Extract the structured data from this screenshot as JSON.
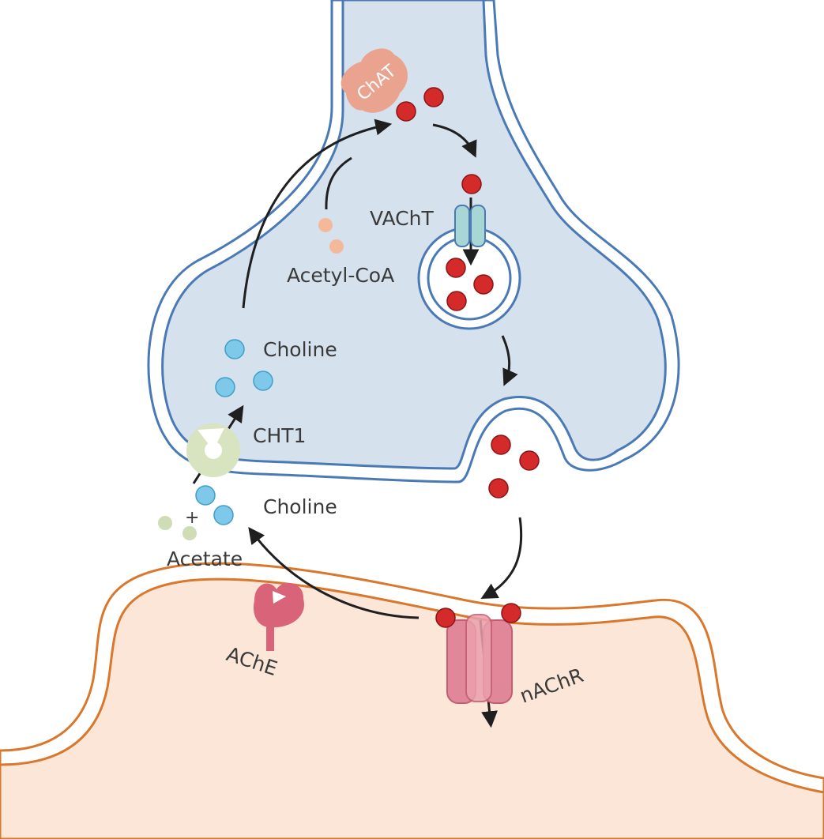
{
  "labels": {
    "chat": "ChAT",
    "vacht": "VAChT",
    "acetyl_coa": "Acetyl-CoA",
    "choline_top": "Choline",
    "cht1": "CHT1",
    "choline_bottom": "Choline",
    "plus": "+",
    "acetate": "Acetate",
    "ache": "AChE",
    "nachr": "nAChR"
  },
  "colors": {
    "presynaptic_fill": "#d6e1ee",
    "presynaptic_membrane": "#4a7ab5",
    "postsynaptic_fill": "#fbe6d8",
    "postsynaptic_membrane": "#d9782d",
    "acetylcholine": "#d42a2a",
    "choline": "#7ec8e9",
    "acetyl_coa": "#f4b89a",
    "acetate": "#d0dcb5",
    "chat_enzyme": "#eaa38f",
    "vacht_transporter": "#a8d6d4",
    "cht1_transporter": "#d8e3bf",
    "ache_enzyme": "#d9647a",
    "nachr_receptor": "#e08899"
  }
}
